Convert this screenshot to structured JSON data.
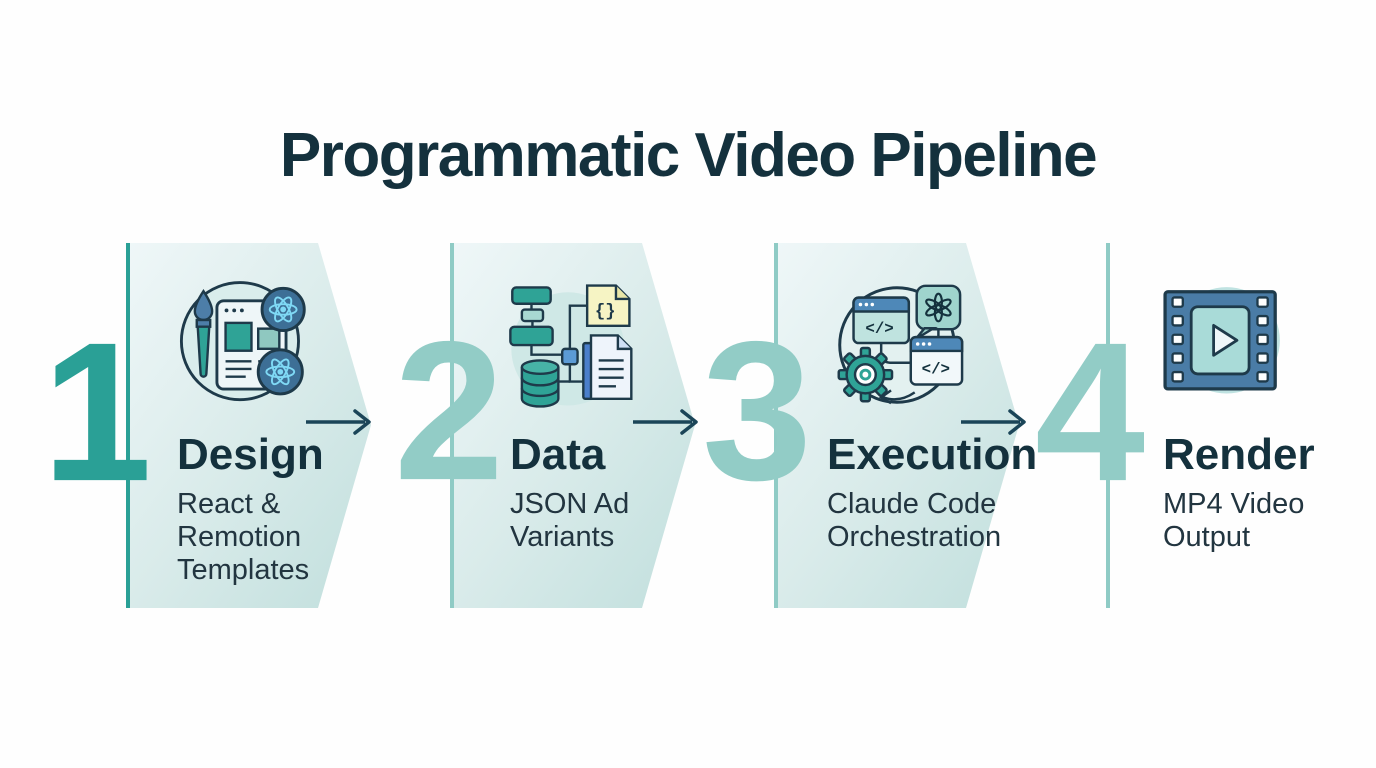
{
  "title": "Programmatic Video Pipeline",
  "colors": {
    "accent_dark_teal": "#2aa096",
    "accent_light_teal": "#92ccc6",
    "chevron_light": "#dcecec",
    "arrow_navy": "#1b4558",
    "text_dark": "#14313d"
  },
  "steps": [
    {
      "number": "1",
      "label": "Design",
      "subtitle_lines": [
        "React &",
        "Remotion",
        "Templates"
      ],
      "icon": "design-palette-react-icon"
    },
    {
      "number": "2",
      "label": "Data",
      "subtitle_lines": [
        "JSON Ad",
        "Variants",
        ""
      ],
      "icon": "database-json-docs-icon"
    },
    {
      "number": "3",
      "label": "Execution",
      "subtitle_lines": [
        "Claude Code",
        "Orchestration",
        ""
      ],
      "icon": "code-gear-ai-icon"
    },
    {
      "number": "4",
      "label": "Render",
      "subtitle_lines": [
        "MP4 Video",
        "Output",
        ""
      ],
      "icon": "film-play-icon"
    }
  ]
}
